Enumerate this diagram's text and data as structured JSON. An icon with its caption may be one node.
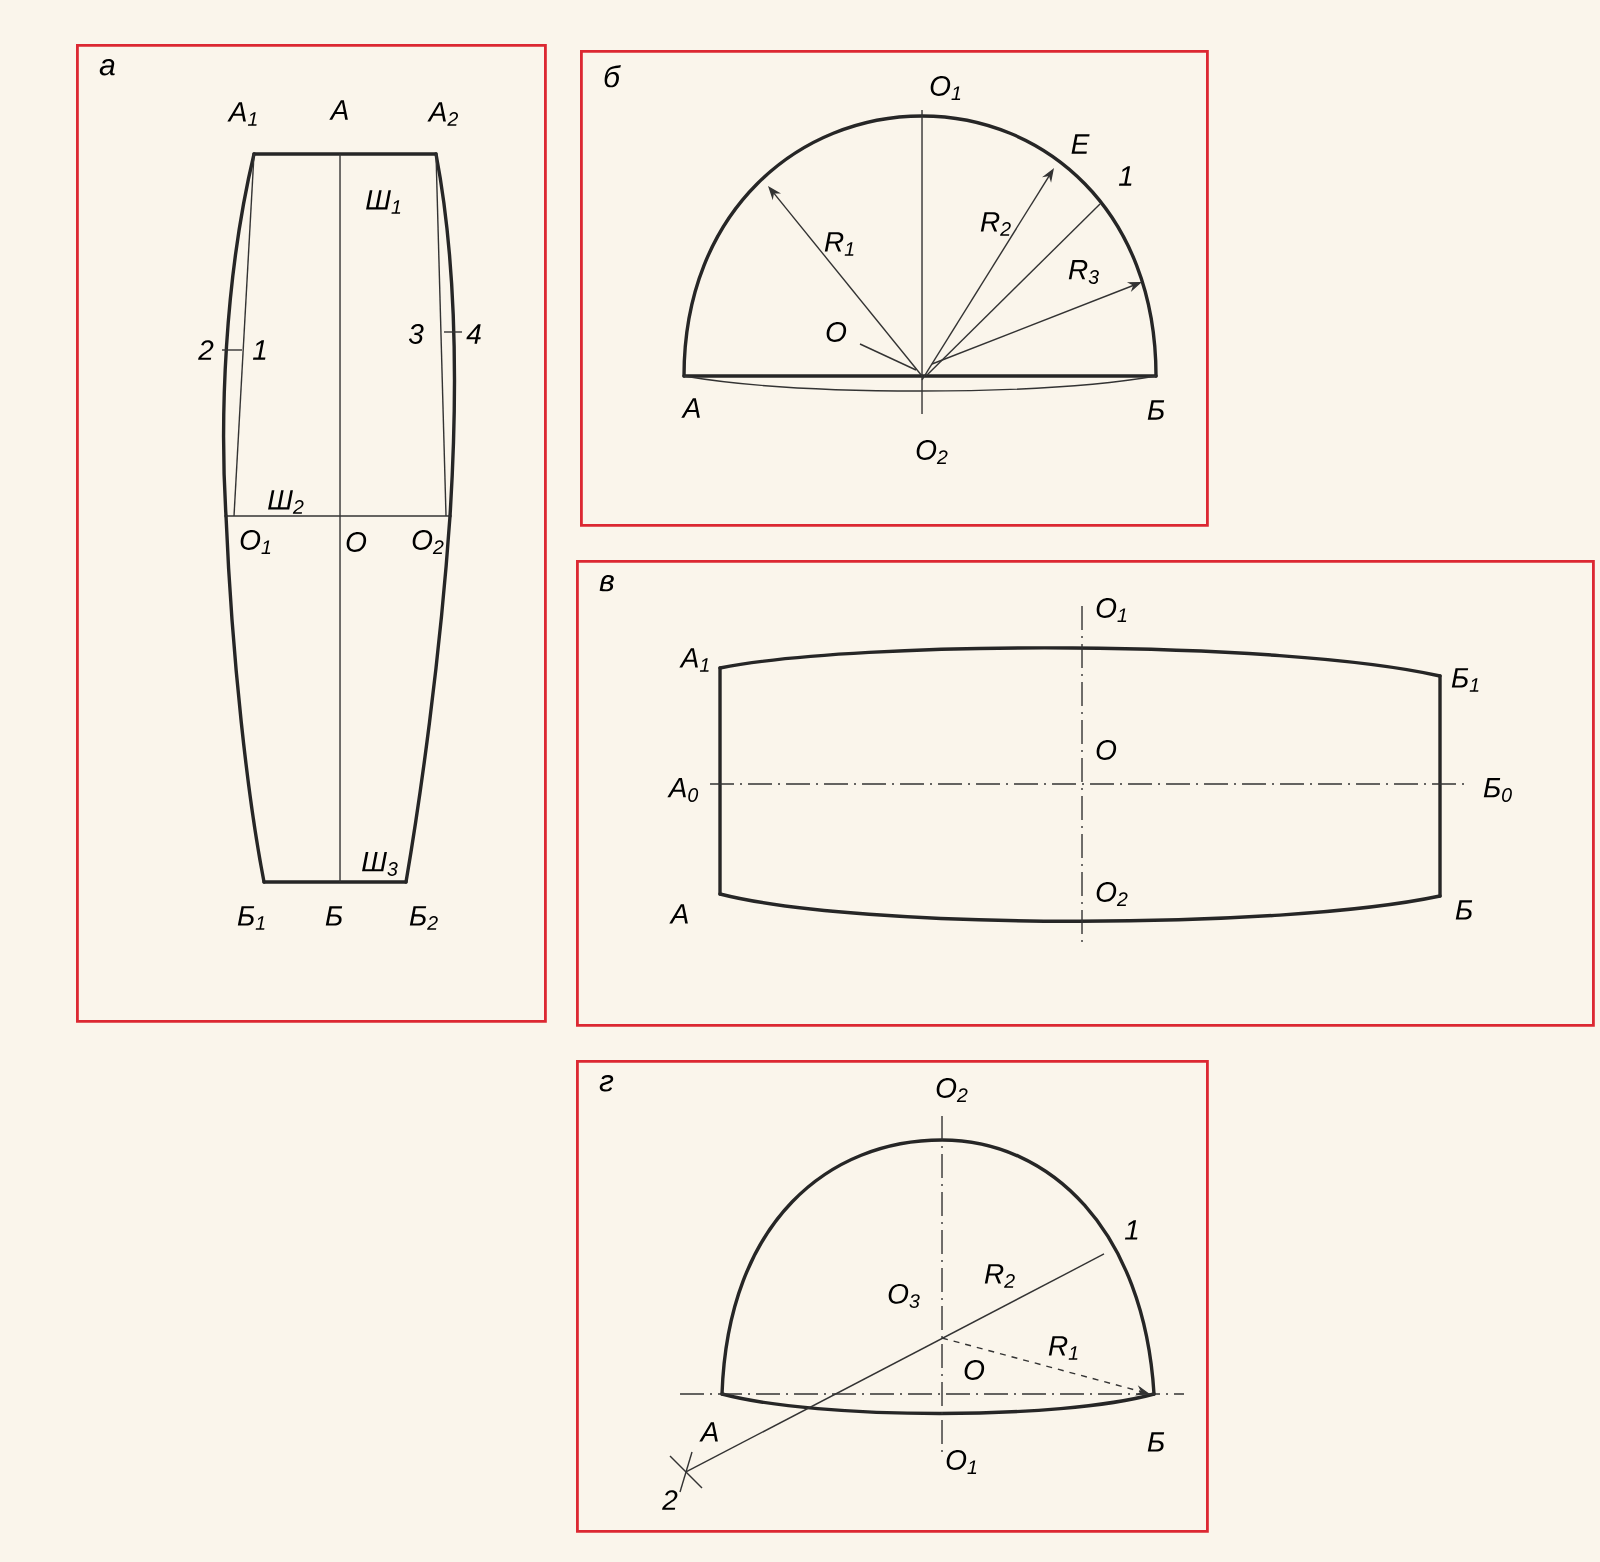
{
  "diagram": {
    "nodes": [
      {
        "text": [
          "а"
        ]
      },
      {
        "text": [
          "б"
        ]
      },
      {
        "text": [
          "в"
        ]
      },
      {
        "text": [
          "г"
        ]
      }
    ],
    "labels": [
      "А$_{1}$",
      "А",
      "А$_{2}$",
      "Ш$_{1}$",
      "2",
      "1",
      "3",
      "4",
      "Ш$_{2}$",
      "О$_{1}$",
      "О",
      "О$_{2}$",
      "Ш$_{3}$",
      "Б$_{1}$",
      "Б",
      "Б$_{2}$",
      "О$_{1}$",
      "Е",
      "1",
      "R$_{2}$",
      "R$_{1}$",
      "R$_{3}$",
      "О",
      "А",
      "Б",
      "О$_{2}$",
      "А$_{1}$",
      "О$_{1}$",
      "Б$_{1}$",
      "О",
      "А$_{0}$",
      "Б$_{0}$",
      "О$_{2}$",
      "А",
      "Б",
      "О$_{2}$",
      "1",
      "R$_{2}$",
      "О$_{3}$",
      "О",
      "R$_{1}$",
      "А",
      "Б",
      "2",
      "О$_{1}$"
    ]
  }
}
